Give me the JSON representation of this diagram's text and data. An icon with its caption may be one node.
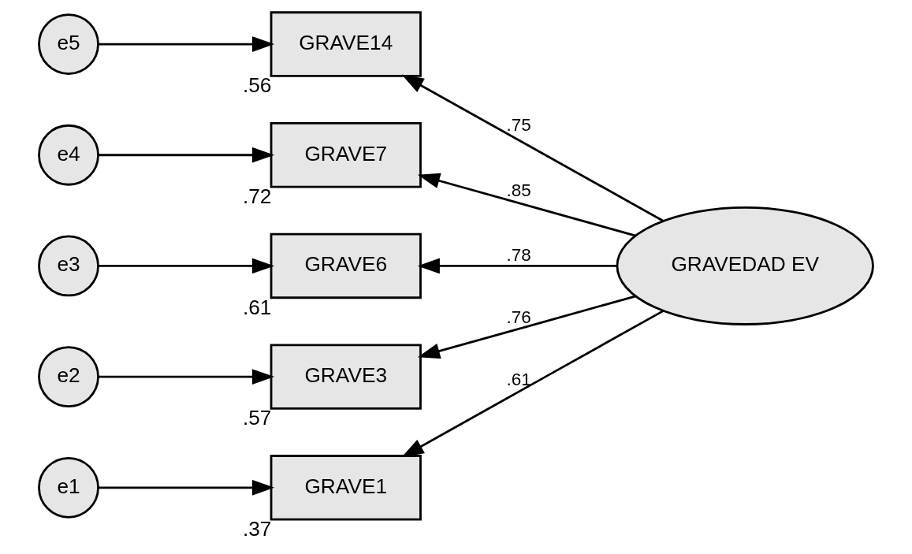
{
  "diagram": {
    "nodes": [
      {
        "text": [
          "e5"
        ]
      },
      {
        "text": [
          "GRAVE14"
        ],
        "beside": [
          ".56"
        ]
      },
      {
        "text": [
          "e4"
        ]
      },
      {
        "text": [
          "GRAVE7"
        ],
        "beside": [
          ".72"
        ]
      },
      {
        "text": [
          "e3"
        ]
      },
      {
        "text": [
          "GRAVE6"
        ],
        "beside": [
          ".61"
        ]
      },
      {
        "text": [
          "e2"
        ]
      },
      {
        "text": [
          "GRAVE3"
        ],
        "beside": [
          ".57"
        ]
      },
      {
        "text": [
          "e1"
        ]
      },
      {
        "text": [
          "GRAVE1"
        ],
        "beside": [
          ".37"
        ]
      },
      {
        "text": [
          "GRAVEDAD EV"
        ]
      }
    ],
    "edges": [
      {
        "from": 0,
        "to": 1,
        "arrow": "to"
      },
      {
        "from": 2,
        "to": 3,
        "arrow": "to"
      },
      {
        "from": 4,
        "to": 5,
        "arrow": "to"
      },
      {
        "from": 6,
        "to": 7,
        "arrow": "to"
      },
      {
        "from": 8,
        "to": 9,
        "arrow": "to"
      },
      {
        "from": 10,
        "to": 1,
        "arrow": "to",
        "label": ".75"
      },
      {
        "from": 10,
        "to": 3,
        "arrow": "to",
        "label": ".85"
      },
      {
        "from": 10,
        "to": 5,
        "arrow": "to",
        "label": ".78"
      },
      {
        "from": 10,
        "to": 7,
        "arrow": "to",
        "label": ".76"
      },
      {
        "from": 10,
        "to": 9,
        "arrow": "to",
        "label": ".61"
      }
    ]
  }
}
